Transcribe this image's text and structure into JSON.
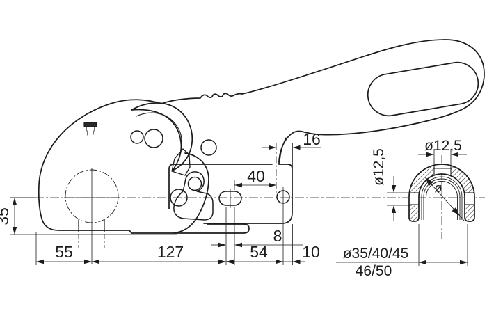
{
  "drawing": {
    "background": "#ffffff",
    "line_color": "#1c1c1c",
    "dims": {
      "d35": "35",
      "d55": "55",
      "d127": "127",
      "d8": "8",
      "d54": "54",
      "d10": "10",
      "d40": "40",
      "d16": "16",
      "dia_top": "ø12,5",
      "dia_side": "ø12,5",
      "dia_sym": "ø",
      "tube_line1": "ø35/40/45",
      "tube_line2": "46/50"
    }
  }
}
